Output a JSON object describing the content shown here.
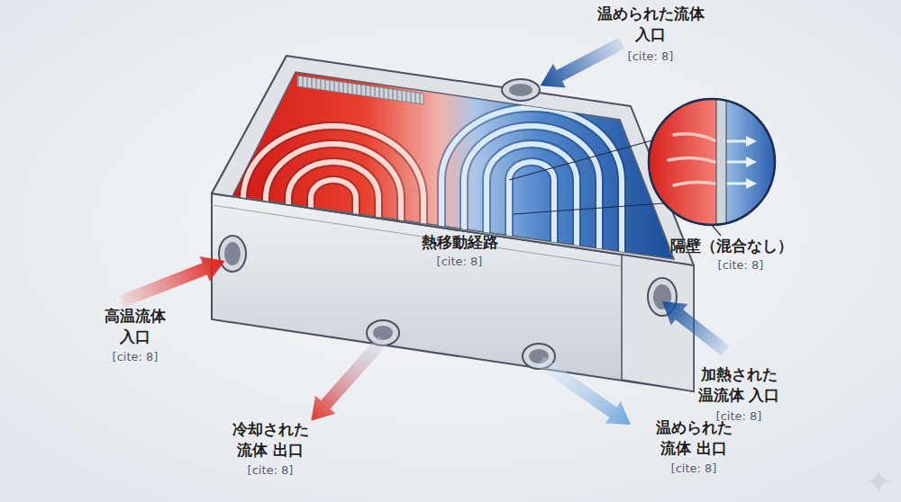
{
  "diagram": {
    "labels": [
      "温められた流体 入口",
      "[cite: 8]",
      "熱移動経路",
      "[cite: 8]",
      "隔壁（混合なし）",
      "[cite: 8]",
      "高温流体 入口",
      "[cite: 8]",
      "加熱された 温流体 入口",
      "[cite: 8]",
      "冷却された 流体 出口",
      "[cite: 8]",
      "温められた 流体 出口",
      "[cite: 8]"
    ]
  }
}
